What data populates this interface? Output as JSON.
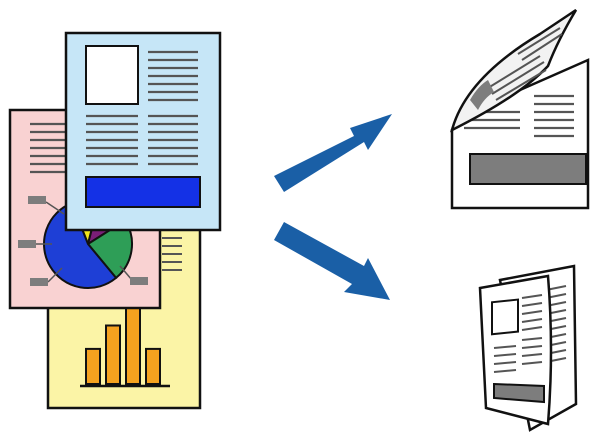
{
  "illustration": {
    "colors": {
      "outline": "#111111",
      "line": "#555555",
      "blue_page": "#c6e6f7",
      "pink_page": "#f9d2d2",
      "yellow_page": "#fbf4a6",
      "blue_band": "#1431e6",
      "arrow": "#1a5fa6",
      "orange_bar": "#f5a21f",
      "pie_blue": "#1e3fd6",
      "pie_green": "#2e9e57",
      "pie_purple": "#7a1e78",
      "pie_yellow": "#f2e51a",
      "gray_band": "#7d7d7d",
      "white": "#ffffff"
    },
    "input_pages": [
      {
        "name": "yellow-bar-chart-page",
        "color_key": "yellow_page"
      },
      {
        "name": "pink-pie-chart-page",
        "color_key": "pink_page"
      },
      {
        "name": "blue-text-page",
        "color_key": "blue_page"
      }
    ],
    "bar_chart": {
      "values": [
        0.45,
        0.75,
        1.0,
        0.45
      ]
    },
    "pie_chart": {
      "slices": [
        {
          "color_key": "pie_yellow",
          "share": 0.1
        },
        {
          "color_key": "pie_purple",
          "share": 0.12
        },
        {
          "color_key": "pie_green",
          "share": 0.23
        },
        {
          "color_key": "pie_blue",
          "share": 0.55
        }
      ]
    },
    "arrows": [
      {
        "name": "arrow-up-right",
        "direction": "up-right"
      },
      {
        "name": "arrow-down-right",
        "direction": "down-right"
      }
    ],
    "outputs": [
      {
        "name": "two-sided-sheet",
        "icon": "two-sided-page-curl-icon"
      },
      {
        "name": "folded-booklet",
        "icon": "folded-booklet-icon"
      }
    ]
  }
}
